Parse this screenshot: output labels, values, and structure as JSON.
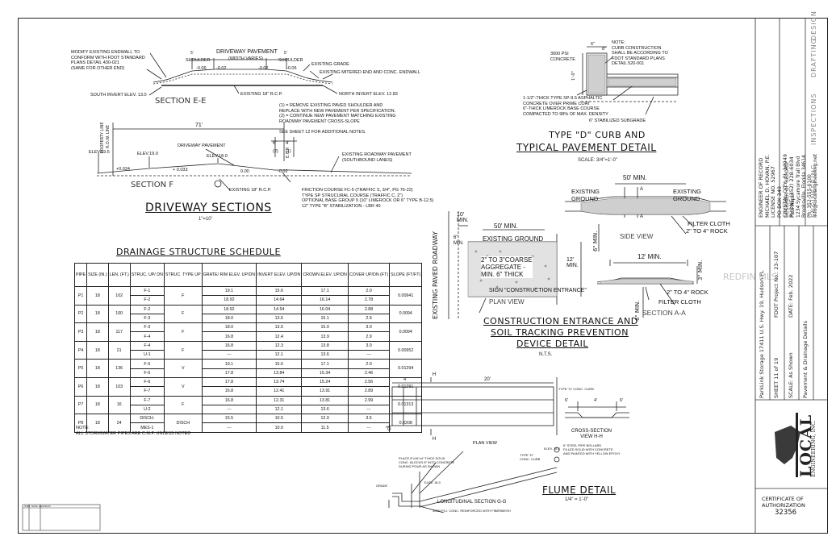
{
  "drawing": {
    "driveway_sections_title": "DRIVEWAY SECTIONS",
    "driveway_sections_scale": "1\"=10'",
    "section_ee": {
      "label": "SECTION E-E",
      "shoulder_left": "SHOULDER",
      "shoulder_right": "SHOULDER",
      "pavement": "DRIVEWAY PAVEMENT",
      "pavement_sub": "(WIDTH VARIES)",
      "dim_left": "5'",
      "dim_right": "5'",
      "slopes": [
        "-0.06",
        "-0.02",
        "-0.02",
        "-0.06"
      ],
      "note_left": "MODIFY EXISTING ENDWALL TO\nCONFORM WITH FDOT STANDARD\nPLANS DETAIL 430-021\n(SAME FOR OTHER END)",
      "existing_grade": "EXISTING GRADE",
      "endwall": "EXISTING MITERED END AND CONC. ENDWALL",
      "south_invert": "SOUTH INVERT ELEV. 13.0",
      "rcp": "EXISTING 18\" R.C.P.",
      "north_invert": "NORTH INVERT ELEV. 12.83"
    },
    "notes_ee": "(1) = REMOVE EXISTING PAVED SHOULDER AND\nREPLACE WITH NEW PAVEMENT PER SPECIFICATION.\n(2) = CONTINUE NEW PAVEMENT MATCHING EXISTING\nROADWAY PAVEMENT CROSS-SLOPE\n\nSEE SHEET 12 FOR ADDITIONAL NOTES.",
    "section_f": {
      "label": "SECTION F",
      "property_line": "PROPERTY LINE",
      "row_line": "R.O.W. LINE",
      "dim_71": "71'",
      "dim_6": "6'",
      "dim_4": "4'",
      "dim_2": "(2)",
      "dim_1": "(1)",
      "eop": "E.O.P.",
      "driveway_pavement": "DRIVEWAY PAVEMENT",
      "elev_195": "ELEV.19.5",
      "elev_190": "ELEV.19.0",
      "elev_180": "ELEV.18.0",
      "slope_0024": "+0.024",
      "slope_0033": "+ 0.033",
      "slope_000": "0.00",
      "slope_002": "-0.02",
      "existing_roadway": "EXISTING ROADWAY PAVEMENT\n(SOUTHBOUND LANES)",
      "rcp": "EXISTING 18\" R.C.P.",
      "course_notes": "FRICTION COURSE FC-5 (TRAFFIC S, 3/4\", PG 76-22)\nTYPE SP STRUCURAL COURSE (TRAFFIC C, 2\")\nOPTIONAL BASE GROUP 9 (10\" LIMEROCK OR 6\" TYPE B-12.5)\n12\" TYPE \"B\" STABILIZATION - LBR 40"
    },
    "curb_detail": {
      "title_line1": "TYPE \"D\" CURB AND",
      "title_line2": "TYPICAL PAVEMENT DETAIL",
      "scale": "SCALE: 3/4\"=1'-0\"",
      "concrete": "3000 PSI\nCONCRETE",
      "note": "NOTE:\nCURB CONSTRUCTION\nSHALL BE ACCORDING TO\nFDOT STANDARD PLANS\nDETAIL 520-001",
      "layers": "1-1/2\"-THICK TYPE SP-9.5 ASPHALTIC\nCONCRETE OVER PRIME COAT\n6\"-THICK LIMEROCK BASE COURSE\nCOMPACTED TO 98% OF MAX. DENSITY",
      "subgrade": "6\" STABILIZED SUBGRADE",
      "dims": [
        "6\"",
        "8\"",
        "1'-0\"",
        "2\"",
        "6\""
      ]
    },
    "construction_entrance": {
      "title_line1": "CONSTRUCTION ENTRANCE AND",
      "title_line2": "SOIL TRACKING PREVENTION",
      "title_line3": "DEVICE DETAIL",
      "scale": "N.T.S.",
      "existing_paved_roadway": "EXISTING PAVED ROADWAY",
      "min_10": "10'\nMIN.",
      "min_50": "50' MIN.",
      "min_12": "12'\nMIN.",
      "min_6": "6\"\nMIN.",
      "existing_ground": "EXISTING GROUND",
      "aggregate": "2\" TO 3\"COARSE\nAGGREGATE -\nMIN. 6\" THICK",
      "sign": "SIGN \"CONSTRUCTION ENTRANCE\"",
      "plan_view": "PLAN VIEW",
      "side_50": "50' MIN.",
      "side_existing_left": "EXISTING\nGROUND",
      "side_existing_right": "EXISTING\nGROUND",
      "side_view": "SIDE VIEW",
      "filter_cloth": "FILTER CLOTH",
      "rock": "2\" TO 4\" ROCK",
      "side_min6": "6\" MIN.",
      "a": "A",
      "sec_12": "12' MIN.",
      "sec_rock": "2\" TO 4\" ROCK",
      "sec_filter": "FILTER CLOTH",
      "sec_min3": "3\" MIN.",
      "sec_min6": "6\" MIN.",
      "section_aa": "SECTION A-A"
    },
    "flume": {
      "title": "FLUME DETAIL",
      "scale": "1/4\" = 1'-0\"",
      "dim_4": "4'",
      "dim_20": "20'",
      "curb": "TYPE \"D\" CONC. CURB",
      "plan_view": "PLAN VIEW",
      "cross_section": "CROSS-SECTION\nVIEW H-H",
      "dims_xs": [
        "6'",
        "4'",
        "6'"
      ],
      "bollard": "6\" STEEL PIPE BOLLARD\nFILLED SOLID WITH CONCRETE\nAND PAINTED WITH YELLOW EPOXY",
      "type_d": "TYPE \"D\"\nCONC. CURB",
      "elev_180": "ELEV. 18.0",
      "elev_165": "ELEV. 16.5",
      "place_block": "PLACE 8\"x16\"x4\" THICK SOLID\nCONC. BLOCKS 8\" INTO CONCRETE\nDURING POUR AS SHOWN",
      "grade": "GRADE",
      "longitudinal": "LONGITUDINAL SECTION G-G",
      "conc_note": "3000 P.S.I. CONC. REINFORCED WITH FIBERMESH",
      "g": "G",
      "h": "H"
    }
  },
  "schedule": {
    "title": "DRAINAGE STRUCTURE SCHEDULE",
    "headers": [
      "PIPE",
      "SIZE (IN.)",
      "LEN. (FT.)",
      "STRUC. UP/ DN",
      "STRUC. TYPE UP",
      "GRATE/ RIM ELEV. UP/DN",
      "INVERT ELEV. UP/DN",
      "CROWN ELEV. UP/DN",
      "COVER UP/DN (FT)",
      "SLOPE (FT/FT)"
    ],
    "pipes": [
      {
        "pipe": "P1",
        "size": "18",
        "len": "102",
        "type": "F",
        "slope": "0.00941",
        "rows": [
          [
            "F-1",
            "19.1",
            "15.6",
            "17.1",
            "2.0"
          ],
          [
            "F-2",
            "18.92",
            "14.64",
            "16.14",
            "2.78"
          ]
        ]
      },
      {
        "pipe": "P2",
        "size": "18",
        "len": "100",
        "type": "F",
        "slope": "0.0094",
        "rows": [
          [
            "F-2",
            "18.92",
            "14.54",
            "16.04",
            "2.88"
          ],
          [
            "F-3",
            "18.0",
            "13.6",
            "15.1",
            "2.9"
          ]
        ]
      },
      {
        "pipe": "P3",
        "size": "18",
        "len": "117",
        "type": "F",
        "slope": "0.0094",
        "rows": [
          [
            "F-3",
            "18.0",
            "13.5",
            "15.0",
            "3.0"
          ],
          [
            "F-4",
            "16.8",
            "12.4",
            "13.9",
            "2.9"
          ]
        ]
      },
      {
        "pipe": "P4",
        "size": "18",
        "len": "21",
        "type": "F",
        "slope": "0.00952",
        "rows": [
          [
            "F-4",
            "16.8",
            "12.3",
            "13.8",
            "3.0"
          ],
          [
            "U-1",
            "---",
            "12.1",
            "13.6",
            "---"
          ]
        ]
      },
      {
        "pipe": "P5",
        "size": "18",
        "len": "136",
        "type": "V",
        "slope": "0.01294",
        "rows": [
          [
            "F-5",
            "19.1",
            "15.6",
            "17.1",
            "2.0"
          ],
          [
            "F-6",
            "17.8",
            "13.84",
            "15.34",
            "2.46"
          ]
        ]
      },
      {
        "pipe": "P6",
        "size": "18",
        "len": "103",
        "type": "V",
        "slope": "0.01291",
        "rows": [
          [
            "F-6",
            "17.8",
            "13.74",
            "15.24",
            "2.56"
          ],
          [
            "F-7",
            "16.8",
            "12.41",
            "13.91",
            "2.89"
          ]
        ]
      },
      {
        "pipe": "P7",
        "size": "18",
        "len": "16",
        "type": "F",
        "slope": "0.01313",
        "rows": [
          [
            "F-7",
            "16.8",
            "12.31",
            "13.81",
            "2.99"
          ],
          [
            "U-2",
            "---",
            "12.1",
            "13.6",
            "---"
          ]
        ]
      },
      {
        "pipe": "P8",
        "size": "18",
        "len": "24",
        "type": "DISCH",
        "slope": "0.0208",
        "rows": [
          [
            "DISCH.",
            "15.5",
            "10.5",
            "12.0",
            "3.5"
          ],
          [
            "MES-1",
            "---",
            "10.0",
            "11.5",
            "---"
          ]
        ]
      }
    ],
    "note_label": "NOTE:",
    "note": "ALL STORMWATER PIPES ARE C.M.P. UNLESS NOTED"
  },
  "title_block": {
    "project": "ParkLink Storage 17411 U.S. Hwy. 19, Hudson FL",
    "sheet": "SHEET 11 of 19",
    "scale": "SCALE: As Shown",
    "sheet_title": "Pavement & Drainage Details",
    "fdot_project": "FDOT Project No.:   23-107",
    "date": "DATE: Feb. 2022",
    "engineer": "ENGINEER OF RECORD\nMICHAEL D. HOVAN, P.E.\nLICENSE NO. 52967\nPO BOX 349\nCRYSTAL CITY, FL 34949\nPHONE (352) 228-6034",
    "designer": "DESIGNER OF RECORD\nPaul Aspin\n1234 Sycamore Trail Blvd\nBrooksville, Florida 34614\nPh: 352-555-0100\nInfo@localengineering.net",
    "drafting": "DRAFTING",
    "engineering": "ENGINEERING",
    "inspections": "INSPECTIONS",
    "design": "DESIGN",
    "logo_main": "LOCAL",
    "logo_sub": "ENGINEERING, INC.",
    "certificate": "CERTIFICATE OF\nAUTHORIZATION",
    "cert_no": "32356",
    "watermark": "REDFIN MLS",
    "revisions_header": "ITEM  DATE  REVISION"
  }
}
